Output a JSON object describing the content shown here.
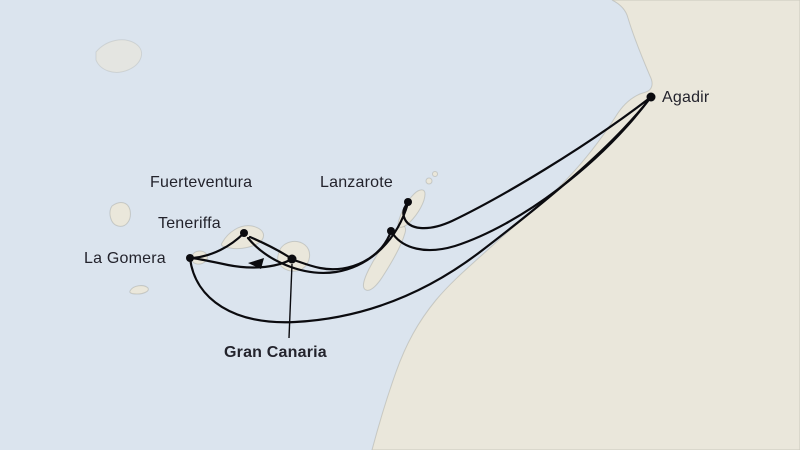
{
  "map": {
    "colors": {
      "sea": "#dbe4ee",
      "land": "#eae7db",
      "route": "#0b0b0f",
      "text": "#23232c"
    },
    "ports": {
      "agadir": "Agadir",
      "fuerteventura": "Fuerteventura",
      "lanzarote": "Lanzarote",
      "teneriffa": "Teneriffa",
      "la_gomera": "La Gomera",
      "gran_canaria": "Gran Canaria"
    }
  }
}
